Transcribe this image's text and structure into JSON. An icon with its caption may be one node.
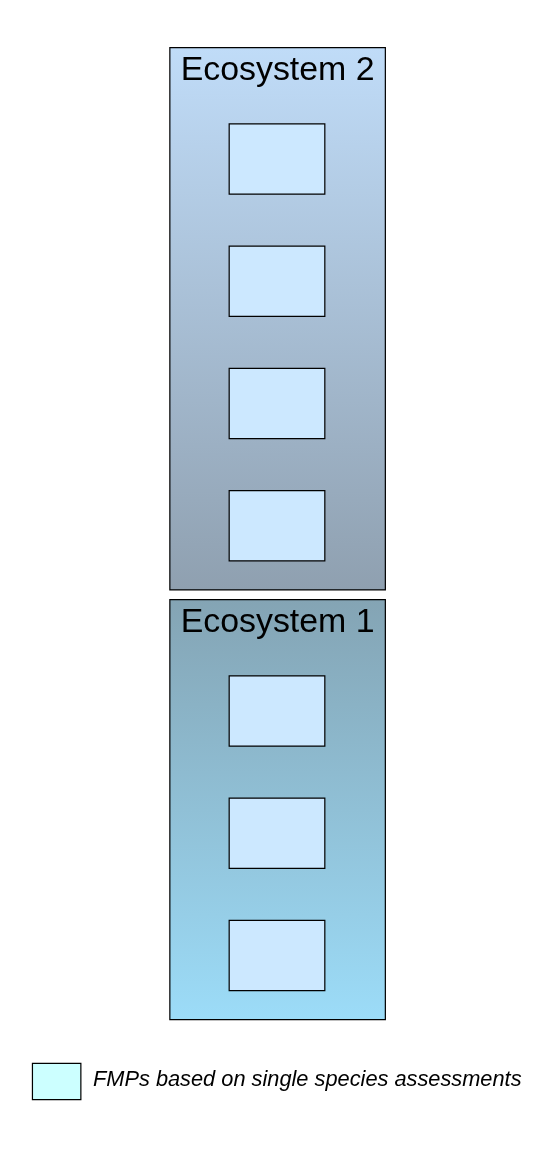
{
  "diagram": {
    "nodes": [
      {
        "text": [
          "Ecosystem 2"
        ]
      },
      {
        "text": [],
        "shape": "box",
        "in": 0
      },
      {
        "text": [],
        "shape": "box",
        "in": 0
      },
      {
        "text": [],
        "shape": "box",
        "in": 0
      },
      {
        "text": [],
        "shape": "box",
        "in": 0
      },
      {
        "text": [
          "Ecosystem 1"
        ]
      },
      {
        "text": [],
        "shape": "box",
        "in": 5
      },
      {
        "text": [],
        "shape": "box",
        "in": 5
      },
      {
        "text": [],
        "shape": "box",
        "in": 5
      }
    ],
    "edges": [],
    "legend": [
      {
        "text": "FMPs based on single species assessments",
        "color": "#ccffff"
      }
    ]
  }
}
